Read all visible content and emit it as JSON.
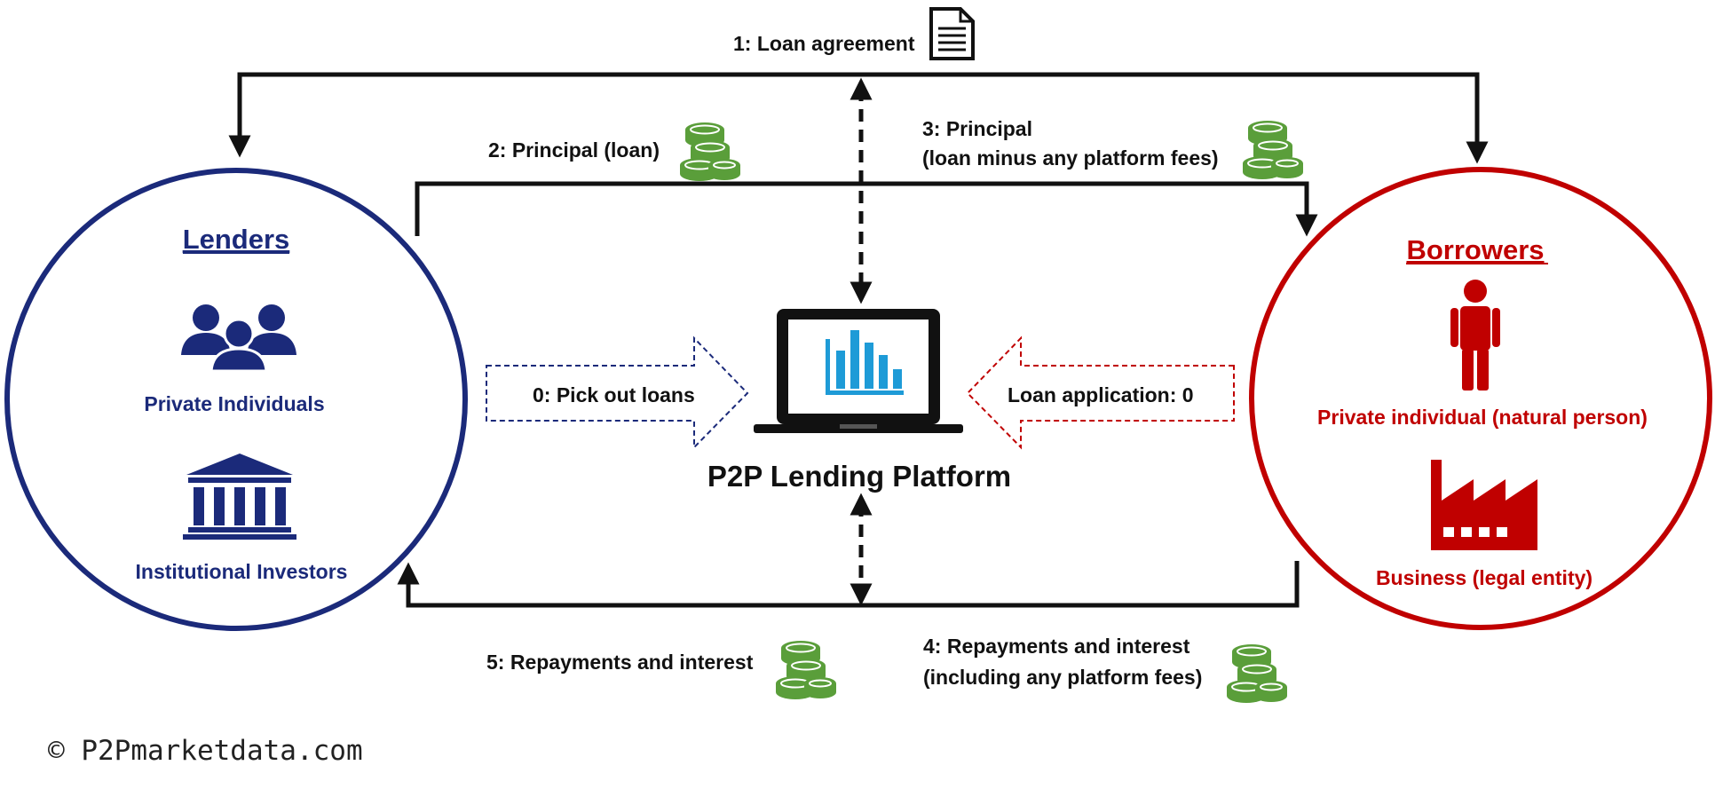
{
  "lenders": {
    "title": "Lenders",
    "private_label": "Private Individuals",
    "institutional_label": "Institutional Investors"
  },
  "borrowers": {
    "title": "Borrowers",
    "private_label": "Private individual (natural person)",
    "business_label": "Business (legal entity)"
  },
  "platform": {
    "label": "P2P Lending Platform",
    "lender_arrow_label": "0: Pick out loans",
    "borrower_arrow_label": "Loan application: 0"
  },
  "flows": {
    "loan_agreement": "1: Loan agreement",
    "principal_loan": "2: Principal (loan)",
    "principal_net_line1": "3: Principal",
    "principal_net_line2": "(loan minus any platform fees)",
    "repay_gross_line1": "4: Repayments and interest",
    "repay_gross_line2": "(including any platform fees)",
    "repay_net": "5: Repayments and interest"
  },
  "copyright": "© P2Pmarketdata.com",
  "colors": {
    "lenders": "#1b2a7a",
    "borrowers": "#c00000",
    "money": "#5a9e3a",
    "chart": "#1e9bd7",
    "arrows": "#111111"
  },
  "icons": {
    "document": "document-icon",
    "coins": "coin-stack-icon",
    "people": "people-group-icon",
    "bank": "bank-building-icon",
    "person": "person-icon",
    "factory": "factory-icon",
    "laptop": "laptop-chart-icon"
  }
}
